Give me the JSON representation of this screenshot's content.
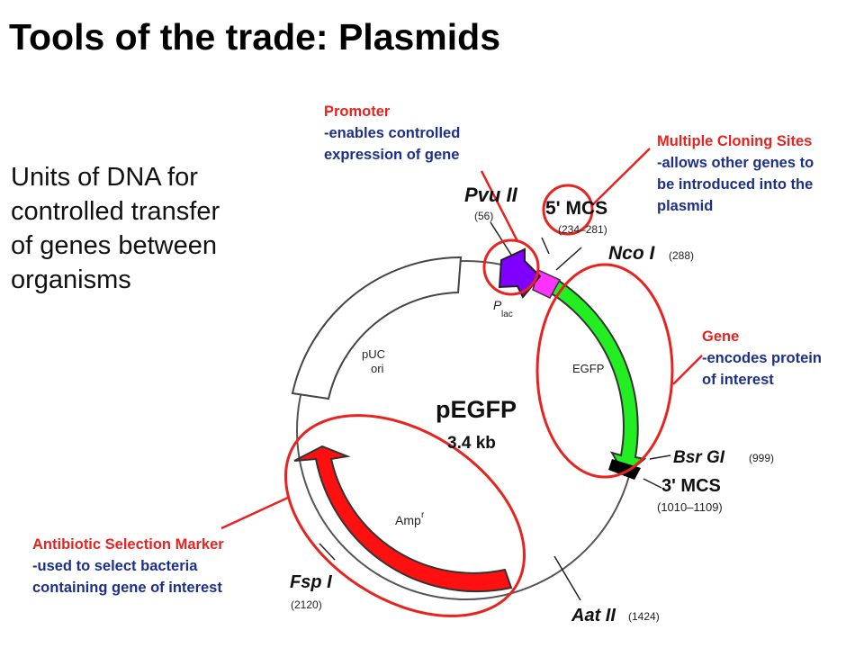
{
  "slide": {
    "title": "Tools of the trade: Plasmids",
    "subtitle": "Units of DNA for\ncontrolled transfer\nof genes between\norganisms"
  },
  "callouts": {
    "promoter": {
      "head": "Promoter",
      "desc": "-enables controlled\nexpression of gene"
    },
    "mcs": {
      "head": "Multiple Cloning Sites",
      "desc": "-allows other genes to\nbe introduced into the\nplasmid"
    },
    "gene": {
      "head": "Gene",
      "desc": "-encodes protein\nof interest"
    },
    "marker": {
      "head": "Antibiotic Selection Marker",
      "desc": "-used to select bacteria\ncontaining gene of interest"
    }
  },
  "map": {
    "name": "pEGFP",
    "size": "3.4 kb",
    "ori_line1": "pUC",
    "ori_line2": "ori",
    "egfp": "EGFP",
    "amp": "Amp",
    "amp_sup": "r",
    "plac": "P",
    "plac_sub": "lac",
    "pvu": "Pvu II",
    "pvu_pos": "(56)",
    "mcs5": "5' MCS",
    "mcs5_pos": "(234–281)",
    "nco": "Nco I",
    "nco_pos": "(288)",
    "bsr": "Bsr GI",
    "bsr_pos": "(999)",
    "mcs3": "3' MCS",
    "mcs3_pos": "(1010–1109)",
    "fsp": "Fsp I",
    "fsp_pos": "(2120)",
    "aat": "Aat II",
    "aat_pos": "(1424)"
  },
  "colors": {
    "highlight_red": "#e8231f",
    "description_blue": "#1c2f8a",
    "promoter_purple": "#7f00ff",
    "mcs_magenta": "#ff33ff",
    "egfp_green": "#22ee22",
    "amp_red": "#ff1010"
  }
}
